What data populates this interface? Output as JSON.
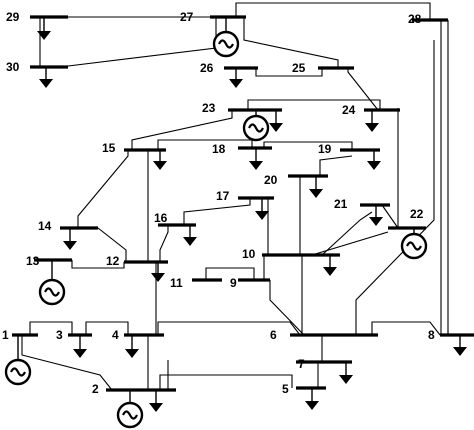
{
  "diagram": {
    "buses": [
      {
        "id": "29",
        "label": "29"
      },
      {
        "id": "27",
        "label": "27"
      },
      {
        "id": "28",
        "label": "28"
      },
      {
        "id": "30",
        "label": "30"
      },
      {
        "id": "26",
        "label": "26"
      },
      {
        "id": "25",
        "label": "25"
      },
      {
        "id": "23",
        "label": "23"
      },
      {
        "id": "24",
        "label": "24"
      },
      {
        "id": "15",
        "label": "15"
      },
      {
        "id": "18",
        "label": "18"
      },
      {
        "id": "19",
        "label": "19"
      },
      {
        "id": "20",
        "label": "20"
      },
      {
        "id": "17",
        "label": "17"
      },
      {
        "id": "16",
        "label": "16"
      },
      {
        "id": "21",
        "label": "21"
      },
      {
        "id": "22",
        "label": "22"
      },
      {
        "id": "14",
        "label": "14"
      },
      {
        "id": "10",
        "label": "10"
      },
      {
        "id": "13",
        "label": "13"
      },
      {
        "id": "12",
        "label": "12"
      },
      {
        "id": "11",
        "label": "11"
      },
      {
        "id": "9",
        "label": "9"
      },
      {
        "id": "1",
        "label": "1"
      },
      {
        "id": "3",
        "label": "3"
      },
      {
        "id": "4",
        "label": "4"
      },
      {
        "id": "6",
        "label": "6"
      },
      {
        "id": "8",
        "label": "8"
      },
      {
        "id": "7",
        "label": "7"
      },
      {
        "id": "2",
        "label": "2"
      },
      {
        "id": "5",
        "label": "5"
      }
    ],
    "generators": [
      {
        "bus": "27",
        "icon": "generator-icon"
      },
      {
        "bus": "23",
        "icon": "generator-icon"
      },
      {
        "bus": "22",
        "icon": "generator-icon"
      },
      {
        "bus": "13",
        "icon": "generator-icon"
      },
      {
        "bus": "1",
        "icon": "generator-icon"
      },
      {
        "bus": "2",
        "icon": "generator-icon"
      }
    ],
    "loads": [
      {
        "bus": "29",
        "icon": "load-arrow-icon"
      },
      {
        "bus": "30",
        "icon": "load-arrow-icon"
      },
      {
        "bus": "26",
        "icon": "load-arrow-icon"
      },
      {
        "bus": "23",
        "icon": "load-arrow-icon"
      },
      {
        "bus": "24",
        "icon": "load-arrow-icon"
      },
      {
        "bus": "15",
        "icon": "load-arrow-icon"
      },
      {
        "bus": "18",
        "icon": "load-arrow-icon"
      },
      {
        "bus": "19",
        "icon": "load-arrow-icon"
      },
      {
        "bus": "20",
        "icon": "load-arrow-icon"
      },
      {
        "bus": "17",
        "icon": "load-arrow-icon"
      },
      {
        "bus": "16",
        "icon": "load-arrow-icon"
      },
      {
        "bus": "21",
        "icon": "load-arrow-icon"
      },
      {
        "bus": "14",
        "icon": "load-arrow-icon"
      },
      {
        "bus": "10",
        "icon": "load-arrow-icon"
      },
      {
        "bus": "12",
        "icon": "load-arrow-icon"
      },
      {
        "bus": "3",
        "icon": "load-arrow-icon"
      },
      {
        "bus": "4",
        "icon": "load-arrow-icon"
      },
      {
        "bus": "8",
        "icon": "load-arrow-icon"
      },
      {
        "bus": "7",
        "icon": "load-arrow-icon"
      },
      {
        "bus": "2",
        "icon": "load-arrow-icon"
      },
      {
        "bus": "5",
        "icon": "load-arrow-icon"
      }
    ],
    "branches": [
      [
        "1",
        "2"
      ],
      [
        "1",
        "3"
      ],
      [
        "3",
        "4"
      ],
      [
        "2",
        "4"
      ],
      [
        "2",
        "5"
      ],
      [
        "2",
        "6"
      ],
      [
        "4",
        "6"
      ],
      [
        "5",
        "7"
      ],
      [
        "6",
        "7"
      ],
      [
        "6",
        "8"
      ],
      [
        "6",
        "9"
      ],
      [
        "6",
        "10"
      ],
      [
        "9",
        "11"
      ],
      [
        "9",
        "10"
      ],
      [
        "4",
        "12"
      ],
      [
        "12",
        "13"
      ],
      [
        "12",
        "14"
      ],
      [
        "12",
        "15"
      ],
      [
        "12",
        "16"
      ],
      [
        "14",
        "15"
      ],
      [
        "16",
        "17"
      ],
      [
        "15",
        "18"
      ],
      [
        "18",
        "19"
      ],
      [
        "19",
        "20"
      ],
      [
        "10",
        "20"
      ],
      [
        "10",
        "17"
      ],
      [
        "10",
        "21"
      ],
      [
        "10",
        "22"
      ],
      [
        "21",
        "22"
      ],
      [
        "15",
        "23"
      ],
      [
        "22",
        "24"
      ],
      [
        "23",
        "24"
      ],
      [
        "24",
        "25"
      ],
      [
        "25",
        "26"
      ],
      [
        "25",
        "27"
      ],
      [
        "28",
        "27"
      ],
      [
        "27",
        "29"
      ],
      [
        "27",
        "30"
      ],
      [
        "29",
        "30"
      ],
      [
        "8",
        "28"
      ],
      [
        "6",
        "28"
      ]
    ]
  }
}
